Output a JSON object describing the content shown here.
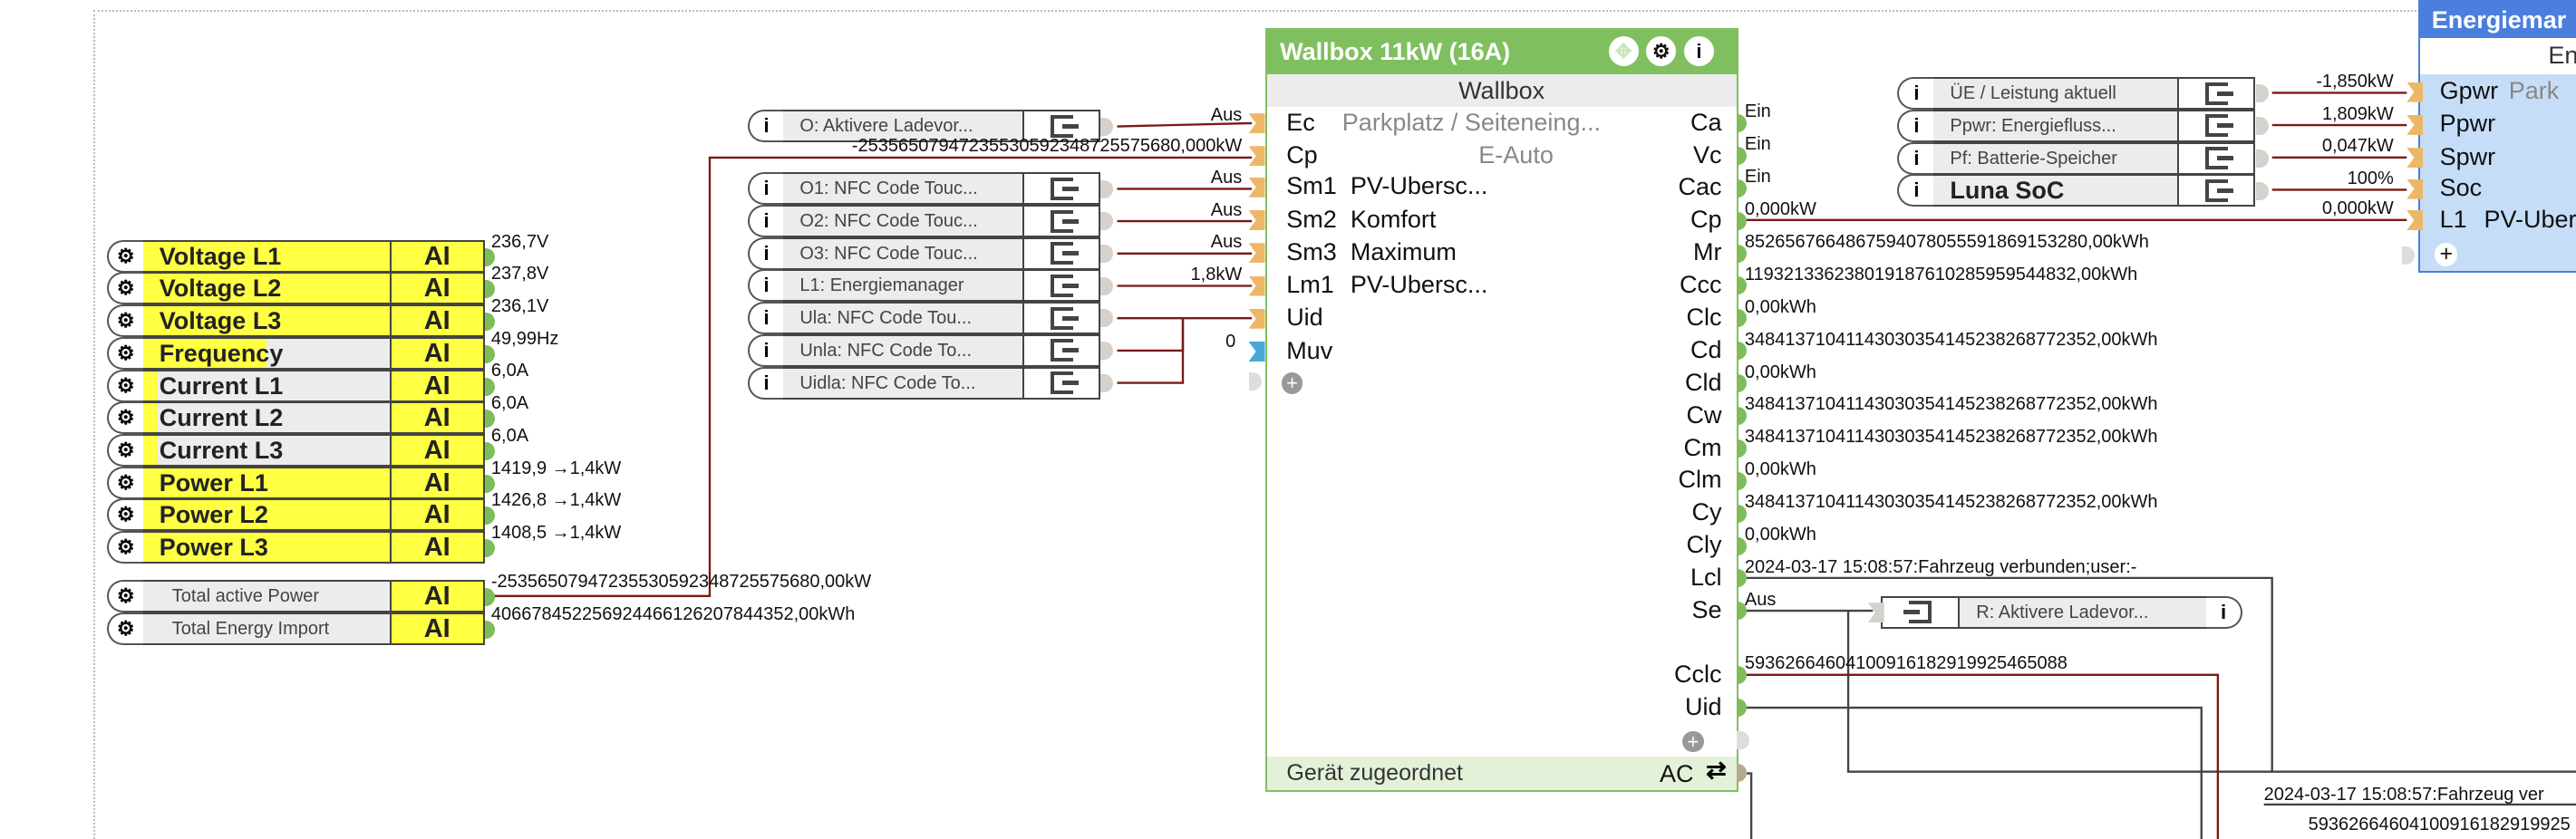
{
  "meter": {
    "rows": [
      {
        "label": "Voltage L1",
        "type": "AI",
        "value": "236,7V",
        "fill": 100
      },
      {
        "label": "Voltage L2",
        "type": "AI",
        "value": "237,8V",
        "fill": 100
      },
      {
        "label": "Voltage L3",
        "type": "AI",
        "value": "236,1V",
        "fill": 100
      },
      {
        "label": "Frequency",
        "type": "AI",
        "value": "49,99Hz",
        "fill": 50
      },
      {
        "label": "Current L1",
        "type": "AI",
        "value": "6,0A",
        "fill": 6
      },
      {
        "label": "Current L2",
        "type": "AI",
        "value": "6,0A",
        "fill": 6
      },
      {
        "label": "Current L3",
        "type": "AI",
        "value": "6,0A",
        "fill": 6
      },
      {
        "label": "Power L1",
        "type": "AI",
        "value": "1419,9 →1,4kW",
        "fill": 100
      },
      {
        "label": "Power L2",
        "type": "AI",
        "value": "1426,8 →1,4kW",
        "fill": 100
      },
      {
        "label": "Power L3",
        "type": "AI",
        "value": "1408,5 →1,4kW",
        "fill": 100
      }
    ],
    "totals": [
      {
        "label": "Total active Power",
        "type": "AI",
        "value": "-25356507947235530592348725575680,00kW",
        "fill": 0
      },
      {
        "label": "Total Energy Import",
        "type": "AI",
        "value": "406678452256924466126207844352,00kWh",
        "fill": 0
      }
    ]
  },
  "inputs": [
    {
      "label": "O: Aktivere Ladevor...",
      "wire_label": "Aus"
    },
    {
      "label": "O1: NFC Code Touc...",
      "wire_label": "Aus"
    },
    {
      "label": "O2: NFC Code Touc...",
      "wire_label": "Aus"
    },
    {
      "label": "O3: NFC Code Touc...",
      "wire_label": "Aus"
    },
    {
      "label": "L1: Energiemanager",
      "wire_label": "1,8kW"
    },
    {
      "label": "Ula: NFC Code Tou...",
      "wire_label": ""
    },
    {
      "label": "Unla: NFC Code To...",
      "wire_label": ""
    },
    {
      "label": "Uidla: NFC Code To...",
      "wire_label": ""
    }
  ],
  "cp_wire_label": "-25356507947235530592348725575680,000kW",
  "muv_value": "0",
  "wallbox": {
    "title": "Wallbox 11kW (16A)",
    "subtitle": "Wallbox",
    "header_color": "#80bf60",
    "inputs": [
      {
        "id": "Ec",
        "text": "Parkplatz / Seiteneing...",
        "muted": true
      },
      {
        "id": "Cp",
        "text": "E-Auto",
        "muted": true
      },
      {
        "id": "Sm1",
        "text": "PV-Ubersc...",
        "muted": false
      },
      {
        "id": "Sm2",
        "text": "Komfort",
        "muted": false
      },
      {
        "id": "Sm3",
        "text": "Maximum",
        "muted": false
      },
      {
        "id": "Lm1",
        "text": "PV-Ubersc...",
        "muted": false
      },
      {
        "id": "Uid",
        "text": "",
        "muted": false
      },
      {
        "id": "Muv",
        "text": "",
        "muted": false
      }
    ],
    "outputs": [
      {
        "id": "Ca",
        "value": "Ein"
      },
      {
        "id": "Vc",
        "value": "Ein"
      },
      {
        "id": "Cac",
        "value": "Ein"
      },
      {
        "id": "Cp",
        "value": "0,000kW"
      },
      {
        "id": "Mr",
        "value": "8526567664867594078055591869153280,00kWh"
      },
      {
        "id": "Ccc",
        "value": "119321336238019187610285959544832,00kWh"
      },
      {
        "id": "Clc",
        "value": "0,00kWh"
      },
      {
        "id": "Cd",
        "value": "34841371041143030354145238268772352,00kWh"
      },
      {
        "id": "Cld",
        "value": "0,00kWh"
      },
      {
        "id": "Cw",
        "value": "34841371041143030354145238268772352,00kWh"
      },
      {
        "id": "Cm",
        "value": "34841371041143030354145238268772352,00kWh"
      },
      {
        "id": "Clm",
        "value": "0,00kWh"
      },
      {
        "id": "Cy",
        "value": "34841371041143030354145238268772352,00kWh"
      },
      {
        "id": "Cly",
        "value": "0,00kWh"
      },
      {
        "id": "Lcl",
        "value": "2024-03-17 15:08:57:Fahrzeug verbunden;user:-"
      },
      {
        "id": "Se",
        "value": "Aus"
      },
      {
        "id": "Cclc",
        "value": "59362664604100916182919925465088"
      },
      {
        "id": "Uid",
        "value": ""
      }
    ],
    "footer_status": "Gerät zugeordnet",
    "footer_port": "AC",
    "footer_port_icon": "⇄"
  },
  "receiver": {
    "label": "R: Aktivere Ladevor..."
  },
  "energy_inputs": [
    {
      "label": "ÜE / Leistung aktuell",
      "wire_label": "-1,850kW",
      "bold": false
    },
    {
      "label": "Ppwr: Energiefluss...",
      "wire_label": "1,809kW",
      "bold": false
    },
    {
      "label": "Pf: Batterie-Speicher",
      "wire_label": "0,047kW",
      "bold": false
    },
    {
      "label": "Luna SoC",
      "wire_label": "100%",
      "bold": true
    }
  ],
  "l1_wire_label": "0,000kW",
  "energiemanager": {
    "title": "Energiemar",
    "subtitle": "En",
    "header_color": "#4a7fdd",
    "body_color": "#c6ddf7",
    "rows": [
      {
        "id": "Gpwr",
        "text": "Park"
      },
      {
        "id": "Ppwr",
        "text": ""
      },
      {
        "id": "Spwr",
        "text": ""
      },
      {
        "id": "Soc",
        "text": ""
      },
      {
        "id": "L1",
        "text": "PV-Ubersc"
      }
    ]
  },
  "offscreen_texts": {
    "lcl_value": "2024-03-17 15:08:57:Fahrzeug ver",
    "cclc_value": "59362664604100916182919925"
  }
}
